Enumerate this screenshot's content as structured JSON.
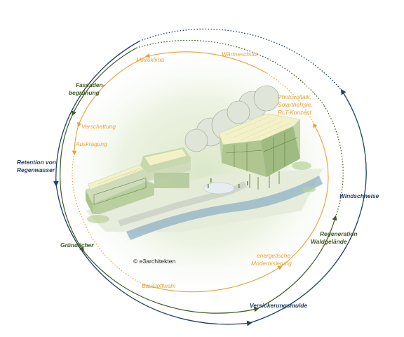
{
  "credit": "© e3architekten",
  "labels": {
    "mikroklima": "Mikroklima",
    "waermeschutz": "Wärmeschutz",
    "fassaden_1": "Fassaden-",
    "fassaden_2": "begrünung",
    "photovoltaik_1": "Photovoltaik,",
    "photovoltaik_2": "Solarthermie,",
    "photovoltaik_3": "RLT-Konzept",
    "verschattung": "Verschattung",
    "auskragung": "Auskragung",
    "retention_1": "Retention von",
    "retention_2": "Regenwasser",
    "windschneise": "Windschneise",
    "regeneration_1": "Regeneration",
    "regeneration_2": "Waldgelände",
    "gruendaecher": "Gründächer",
    "energetische_1": "energetische",
    "energetische_2": "Modernisierung",
    "baustoffwahl": "Baustoffwahl",
    "versickerungsmulde": "Versickerungsmulde"
  },
  "colors": {
    "orange": "#e8a13a",
    "green": "#3e5a1f",
    "blue": "#1f3f66",
    "building_roof": "#f3f1c8",
    "vegetation": "#b8d19a",
    "water": "#8fb2c6"
  }
}
